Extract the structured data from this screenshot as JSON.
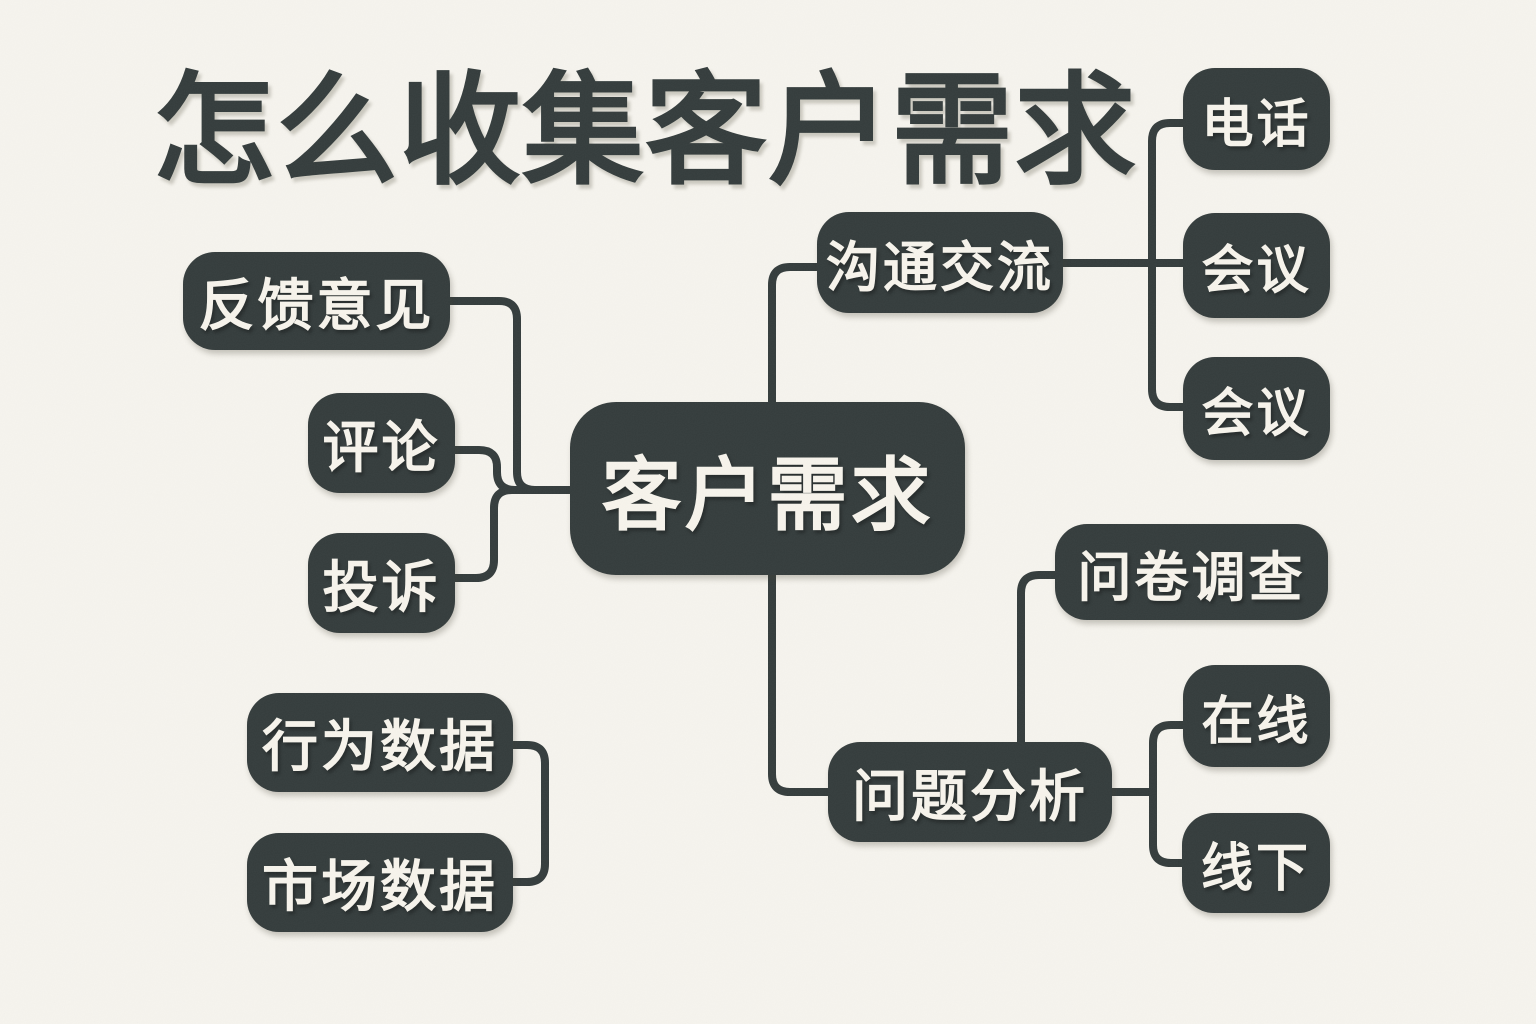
{
  "title": "怎么收集客户需求",
  "colors": {
    "background": "#f6f4ee",
    "node_fill": "#343c3c",
    "node_text": "#f7f4ec",
    "connector": "#343c3c"
  },
  "mindmap": {
    "center": {
      "label": "客户需求"
    },
    "feedback_group": [
      {
        "label": "反馈意见"
      },
      {
        "label": "评论"
      },
      {
        "label": "投诉"
      }
    ],
    "communication": {
      "label": "沟通交流",
      "children": [
        {
          "label": "电话"
        },
        {
          "label": "会议"
        },
        {
          "label": "会议"
        }
      ]
    },
    "survey": {
      "label": "问卷调查"
    },
    "analysis": {
      "label": "问题分析",
      "children": [
        {
          "label": "在线"
        },
        {
          "label": "线下"
        }
      ]
    },
    "data_group": [
      {
        "label": "行为数据"
      },
      {
        "label": "市场数据"
      }
    ]
  }
}
